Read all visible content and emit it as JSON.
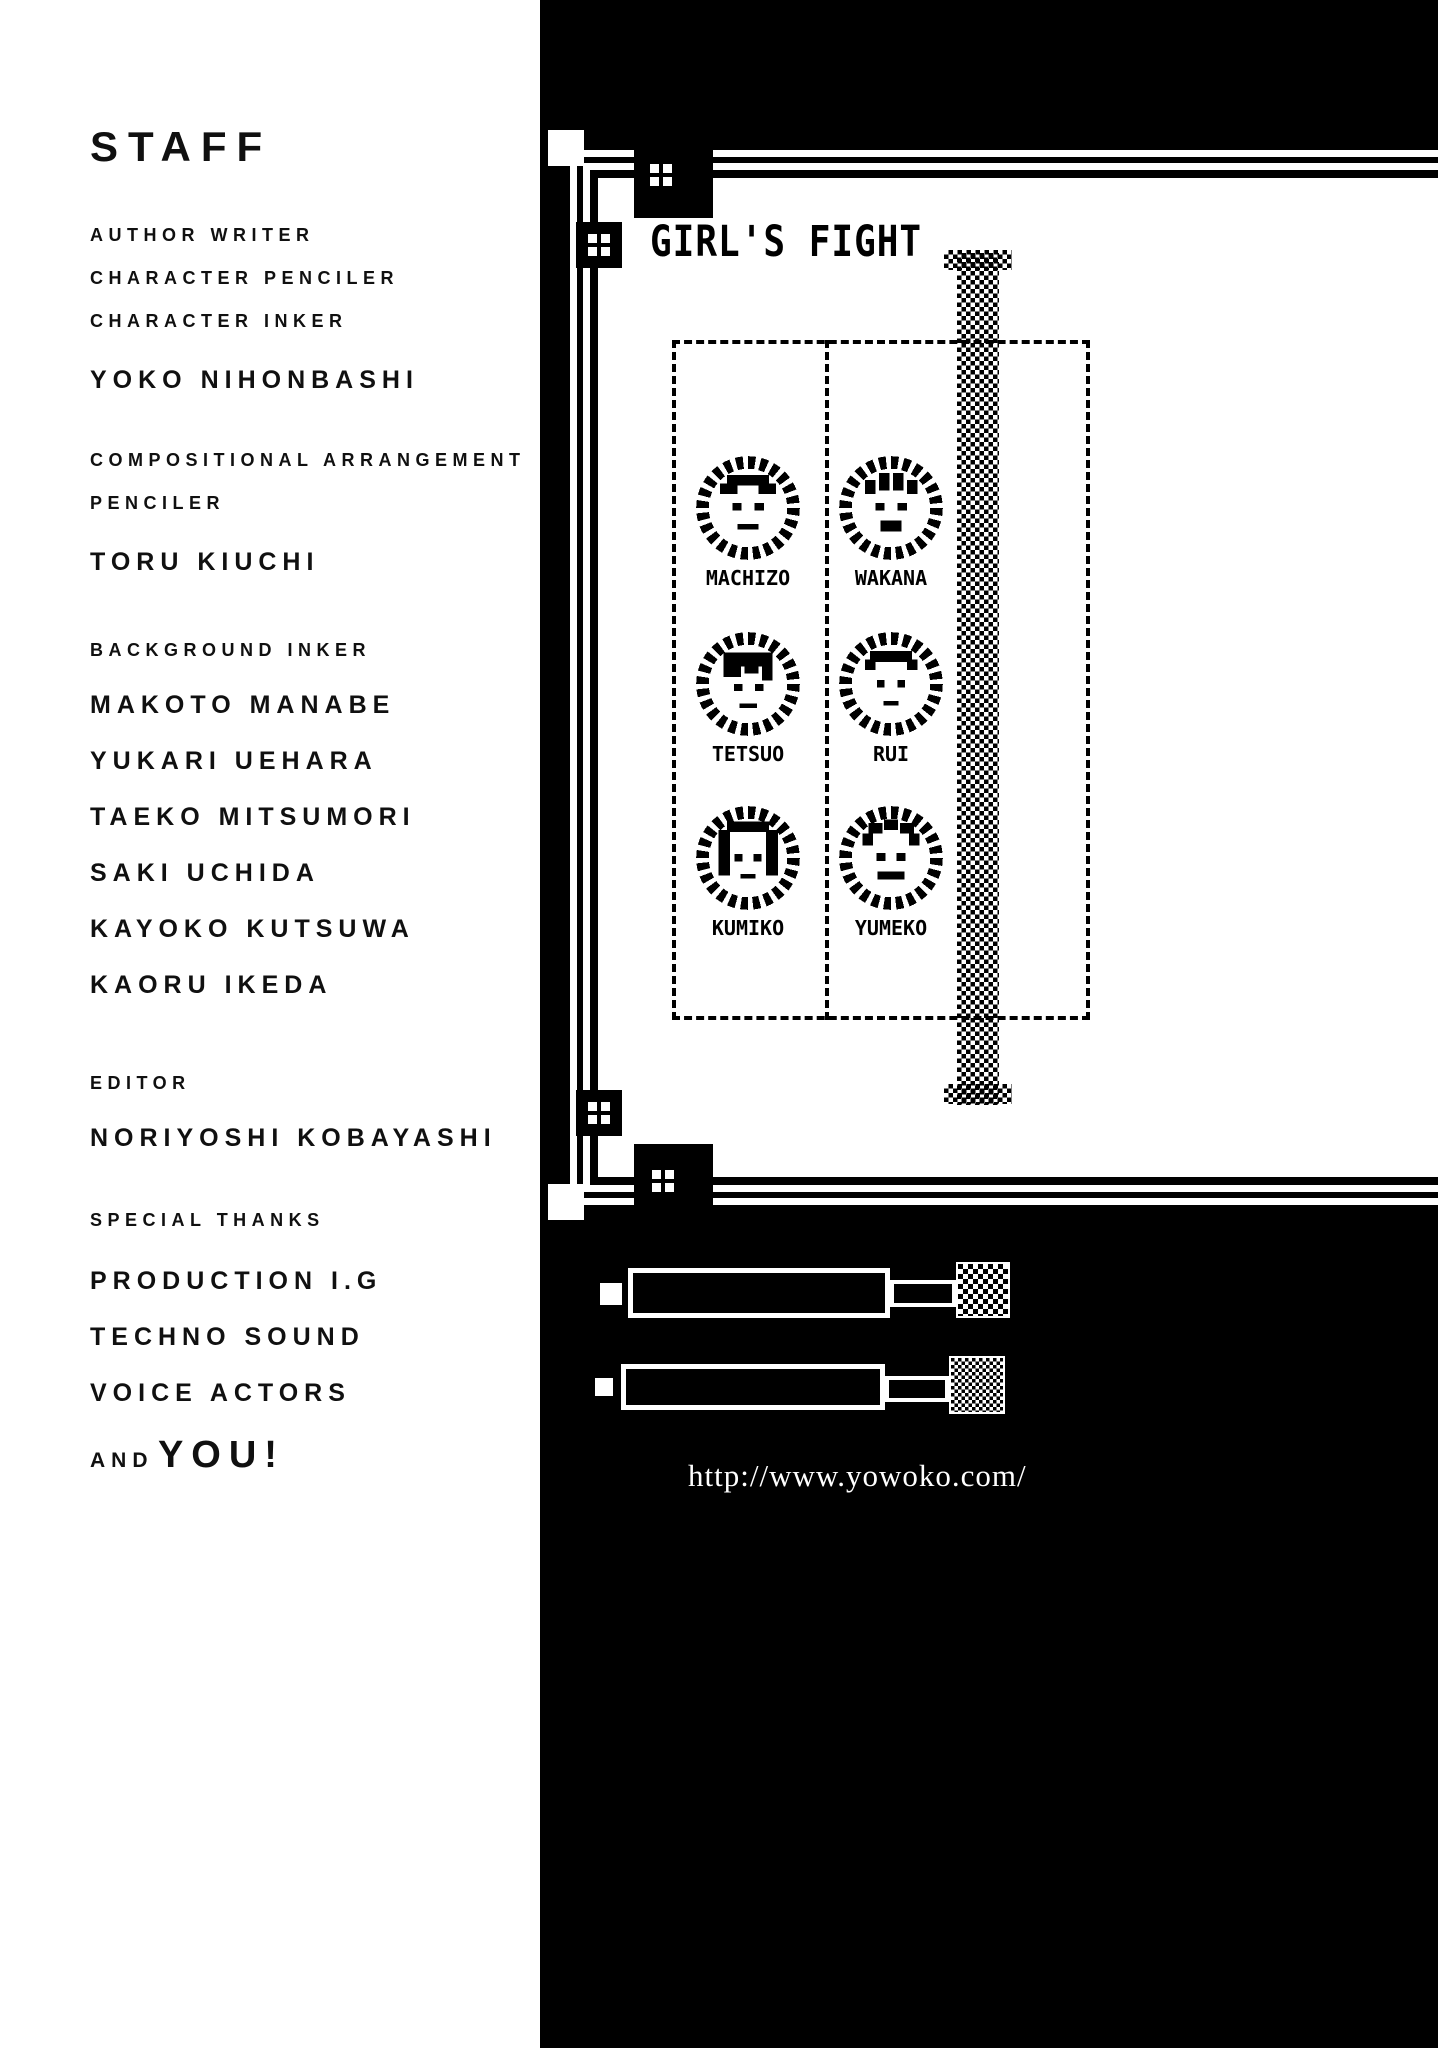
{
  "staff": {
    "title": "STAFF",
    "groups": [
      {
        "labels": [
          "AUTHOR WRITER",
          "CHARACTER PENCILER",
          "CHARACTER INKER"
        ],
        "names": [
          "YOKO NIHONBASHI"
        ]
      },
      {
        "labels": [
          "COMPOSITIONAL ARRANGEMENT",
          "PENCILER"
        ],
        "names": [
          "TORU KIUCHI"
        ]
      },
      {
        "labels": [
          "BACKGROUND INKER"
        ],
        "names": [
          "MAKOTO MANABE",
          "YUKARI UEHARA",
          "TAEKO MITSUMORI",
          "SAKI UCHIDA",
          "KAYOKO KUTSUWA",
          "KAORU IKEDA"
        ]
      },
      {
        "labels": [
          "EDITOR"
        ],
        "names": [
          "NORIYOSHI KOBAYASHI"
        ]
      },
      {
        "labels": [
          "SPECIAL THANKS"
        ],
        "names": [
          "PRODUCTION I.G",
          "TECHNO SOUND",
          "VOICE ACTORS"
        ]
      }
    ],
    "closing_prefix": "AND",
    "closing_emphasis": "YOU!"
  },
  "panel": {
    "title": "GIRL'S FIGHT",
    "characters": [
      "MACHIZO",
      "WAKANA",
      "TETSUO",
      "RUI",
      "KUMIKO",
      "YUMEKO"
    ],
    "url": "http://www.yowoko.com/"
  },
  "colors": {
    "paper": "#ffffff",
    "ink": "#101010",
    "panel_background": "#000000"
  }
}
